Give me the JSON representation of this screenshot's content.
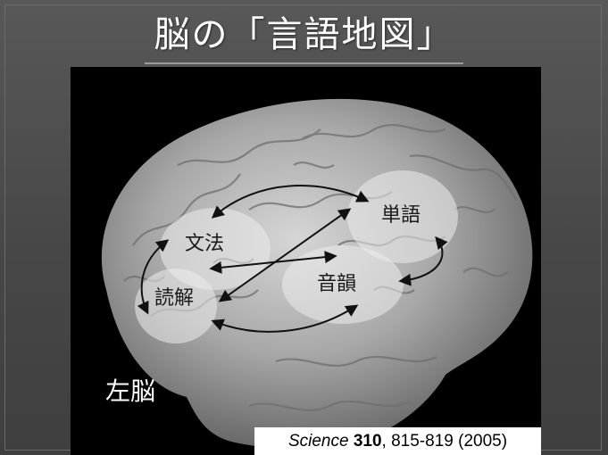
{
  "title": "脳の「言語地図」",
  "diagram": {
    "hemisphere_label": "左脳",
    "regions": [
      {
        "id": "bunpou",
        "label": "文法"
      },
      {
        "id": "dokkai",
        "label": "読解"
      },
      {
        "id": "tango",
        "label": "単語"
      },
      {
        "id": "onin",
        "label": "音韻"
      }
    ],
    "connections": [
      {
        "from": "文法",
        "to": "単語",
        "bidirectional": true
      },
      {
        "from": "文法",
        "to": "音韻",
        "bidirectional": true
      },
      {
        "from": "読解",
        "to": "単語",
        "bidirectional": true
      },
      {
        "from": "読解",
        "to": "音韻",
        "bidirectional": true
      },
      {
        "from": "文法",
        "to": "読解",
        "bidirectional": true
      },
      {
        "from": "単語",
        "to": "音韻",
        "bidirectional": true
      }
    ],
    "region_color": "#ececec",
    "arrow_color": "#111111"
  },
  "citation": {
    "journal": "Science",
    "volume": "310",
    "pages_year": ", 815-819 (2005)"
  }
}
